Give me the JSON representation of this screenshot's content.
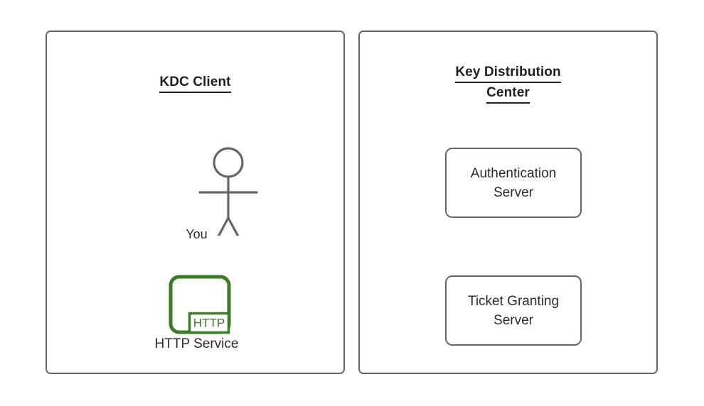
{
  "diagram": {
    "type": "kerberos-architecture",
    "background_color": "#ffffff",
    "stroke_color": "#666666",
    "text_color": "#2b2b2b",
    "title_color": "#1f1f1f",
    "accent_color": "#3a7d23"
  },
  "panels": [
    {
      "id": "kdc-client",
      "title_lines": [
        "KDC Client"
      ],
      "nodes": [
        {
          "id": "you",
          "icon": "stick-figure-actor-icon",
          "label": "You"
        },
        {
          "id": "http-service",
          "icon": "http-service-icon",
          "badge": "HTTP",
          "label": "HTTP Service",
          "color": "#3a7d23"
        }
      ]
    },
    {
      "id": "key-distribution-center",
      "title_lines": [
        "Key Distribution",
        "Center"
      ],
      "nodes": [
        {
          "id": "authentication-server",
          "label_lines": [
            "Authentication",
            "Server"
          ]
        },
        {
          "id": "ticket-granting-server",
          "label_lines": [
            "Ticket Granting",
            "Server"
          ]
        }
      ]
    }
  ]
}
